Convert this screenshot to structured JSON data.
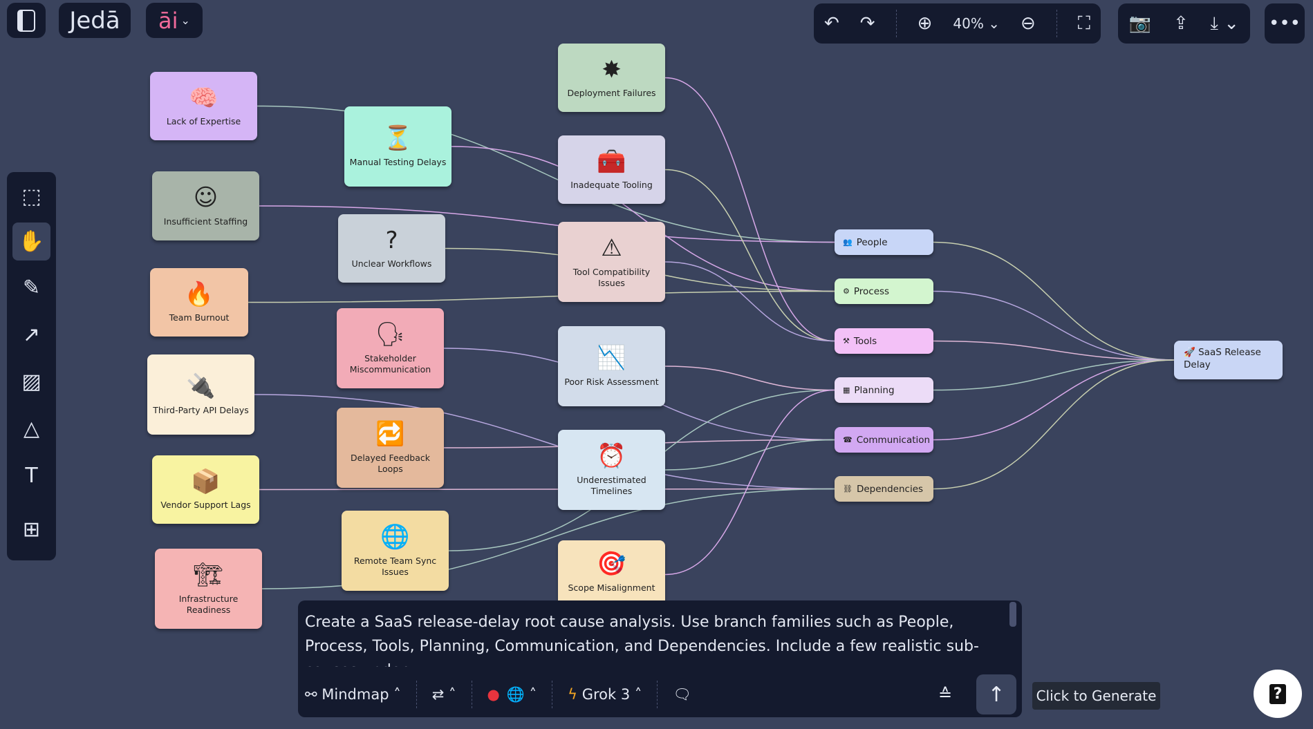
{
  "header": {
    "brand": "Jedā",
    "ai_label": "āi",
    "zoom": "40%"
  },
  "icons": {
    "sidebar": "sidebar-toggle-icon",
    "undo": "undo-icon",
    "redo": "redo-icon",
    "zoom_in": "zoom-in-icon",
    "zoom_out": "zoom-out-icon",
    "fullscreen": "fullscreen-icon",
    "camera": "camera-icon",
    "share": "share-icon",
    "download": "download-icon",
    "more": "more-icon"
  },
  "tools": [
    "select",
    "hand",
    "pen",
    "arrow",
    "image",
    "shapes",
    "text",
    "templates"
  ],
  "mindmap": {
    "root": {
      "id": "root",
      "label": "SaaS Release Delay",
      "color": "#c9d6f5"
    },
    "branches": [
      {
        "id": "people",
        "label": "People",
        "color": "#c8d6f7",
        "icon": "👥"
      },
      {
        "id": "process",
        "label": "Process",
        "color": "#d3f5cf",
        "icon": "⚙"
      },
      {
        "id": "tools",
        "label": "Tools",
        "color": "#f3c1f7",
        "icon": "⚒"
      },
      {
        "id": "planning",
        "label": "Planning",
        "color": "#ecdcf7",
        "icon": "▦"
      },
      {
        "id": "communication",
        "label": "Communication",
        "color": "#d2a8f2",
        "icon": "☎"
      },
      {
        "id": "dependencies",
        "label": "Dependencies",
        "color": "#d6c6a9",
        "icon": "⛓"
      }
    ],
    "causes": [
      {
        "id": "c1",
        "label": "Lack of Expertise",
        "color": "#d5b5f6",
        "icon": "🧠"
      },
      {
        "id": "c2",
        "label": "Insufficient Staffing",
        "color": "#a8b4a9",
        "icon": "☺"
      },
      {
        "id": "c3",
        "label": "Team Burnout",
        "color": "#f2c5a6",
        "icon": "🔥"
      },
      {
        "id": "c4",
        "label": "Third-Party API Delays",
        "color": "#fbefd9",
        "icon": "🔌"
      },
      {
        "id": "c5",
        "label": "Vendor Support Lags",
        "color": "#f8f3a1",
        "icon": "📦"
      },
      {
        "id": "c6",
        "label": "Infrastructure Readiness",
        "color": "#f5b4b4",
        "icon": "🏗"
      },
      {
        "id": "c7",
        "label": "Manual Testing Delays",
        "color": "#aaf2dd",
        "icon": "⏳"
      },
      {
        "id": "c8",
        "label": "Unclear Workflows",
        "color": "#c9d1d9",
        "icon": "?"
      },
      {
        "id": "c9",
        "label": "Stakeholder Miscommunication",
        "color": "#f2abb7",
        "icon": "🗣"
      },
      {
        "id": "c10",
        "label": "Delayed Feedback Loops",
        "color": "#e4b99c",
        "icon": "🔁"
      },
      {
        "id": "c11",
        "label": "Remote Team Sync Issues",
        "color": "#f3dca2",
        "icon": "🌐"
      },
      {
        "id": "c12",
        "label": "Deployment Failures",
        "color": "#bdd9c1",
        "icon": "✸"
      },
      {
        "id": "c13",
        "label": "Inadequate Tooling",
        "color": "#d6d4e9",
        "icon": "🧰"
      },
      {
        "id": "c14",
        "label": "Tool Compatibility Issues",
        "color": "#e9d1d1",
        "icon": "⚠"
      },
      {
        "id": "c15",
        "label": "Poor Risk Assessment",
        "color": "#d2dcea",
        "icon": "📉"
      },
      {
        "id": "c16",
        "label": "Underestimated Timelines",
        "color": "#d7e6f2",
        "icon": "⏰"
      },
      {
        "id": "c17",
        "label": "Scope Misalignment",
        "color": "#f7e3bc",
        "icon": "🎯"
      }
    ],
    "edges": [
      [
        "c1",
        "people"
      ],
      [
        "c2",
        "people"
      ],
      [
        "c3",
        "process"
      ],
      [
        "c4",
        "dependencies"
      ],
      [
        "c5",
        "dependencies"
      ],
      [
        "c6",
        "dependencies"
      ],
      [
        "c7",
        "process"
      ],
      [
        "c8",
        "process"
      ],
      [
        "c9",
        "communication"
      ],
      [
        "c10",
        "communication"
      ],
      [
        "c11",
        "planning"
      ],
      [
        "c12",
        "tools"
      ],
      [
        "c13",
        "tools"
      ],
      [
        "c14",
        "tools"
      ],
      [
        "c15",
        "planning"
      ],
      [
        "c16",
        "communication"
      ],
      [
        "c17",
        "planning"
      ],
      [
        "people",
        "root"
      ],
      [
        "process",
        "root"
      ],
      [
        "tools",
        "root"
      ],
      [
        "planning",
        "root"
      ],
      [
        "communication",
        "root"
      ],
      [
        "dependencies",
        "root"
      ]
    ]
  },
  "prompt": {
    "text": "Create a SaaS release-delay root cause analysis. Use branch families such as People, Process, Tools, Planning, Communication, and Dependencies. Include a few realistic sub-causes under",
    "mode": "Mindmap",
    "model": "Grok 3",
    "generate_tooltip": "Click to Generate"
  }
}
